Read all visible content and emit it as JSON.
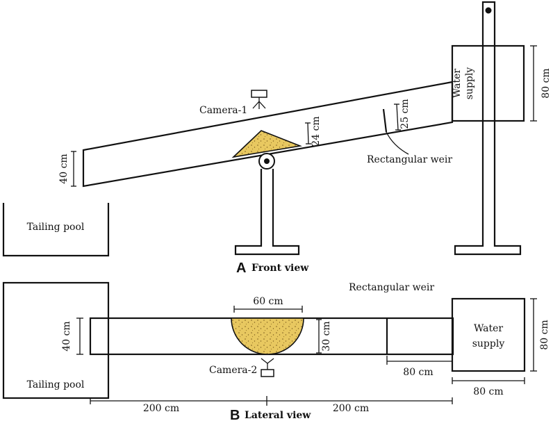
{
  "front": {
    "camera_label": "Camera-1",
    "water_supply_line1": "Water",
    "water_supply_line2": "supply",
    "height_80": "80 cm",
    "height_25": "25 cm",
    "height_24": "24 cm",
    "height_40": "40 cm",
    "weir_label": "Rectangular weir",
    "tailing_pool": "Tailing pool",
    "caption_letter": "A",
    "caption_text": "Front view"
  },
  "lateral": {
    "weir_label": "Rectangular weir",
    "width_60": "60 cm",
    "height_30": "30 cm",
    "height_40": "40 cm",
    "height_80": "80 cm",
    "water_supply_line1": "Water",
    "water_supply_line2": "supply",
    "weir_80": "80 cm",
    "camera_label": "Camera-2",
    "tailing_pool": "Tailing pool",
    "supply_80": "80 cm",
    "length_200_left": "200 cm",
    "length_200_right": "200 cm",
    "caption_letter": "B",
    "caption_text": "Lateral view"
  },
  "colors": {
    "sand": "#e8c860",
    "line": "#111111"
  }
}
